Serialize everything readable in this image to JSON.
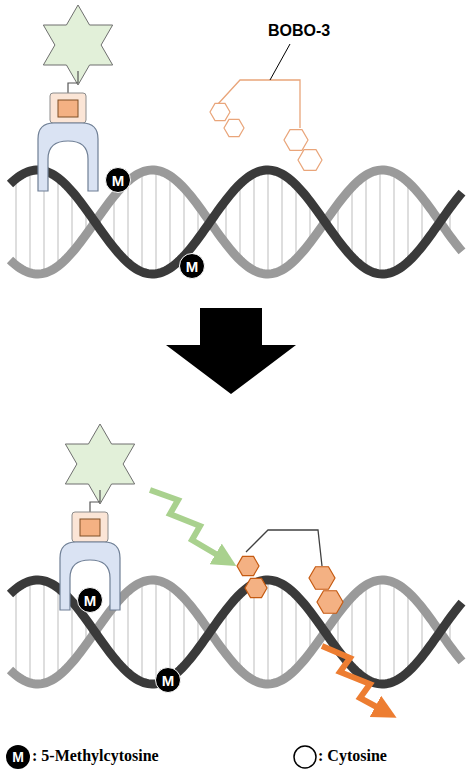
{
  "diagram": {
    "nodes": [
      {
        "text": [
          "M"
        ]
      },
      {
        "text": [
          "M"
        ]
      },
      {
        "text": [
          "M"
        ]
      },
      {
        "text": [
          "M"
        ]
      }
    ],
    "labels": [
      "BOBO-3",
      "M"
    ],
    "legend": [
      {
        "text": ": 5-Methylcytosine"
      },
      {
        "text": ": Cytosine"
      }
    ]
  }
}
